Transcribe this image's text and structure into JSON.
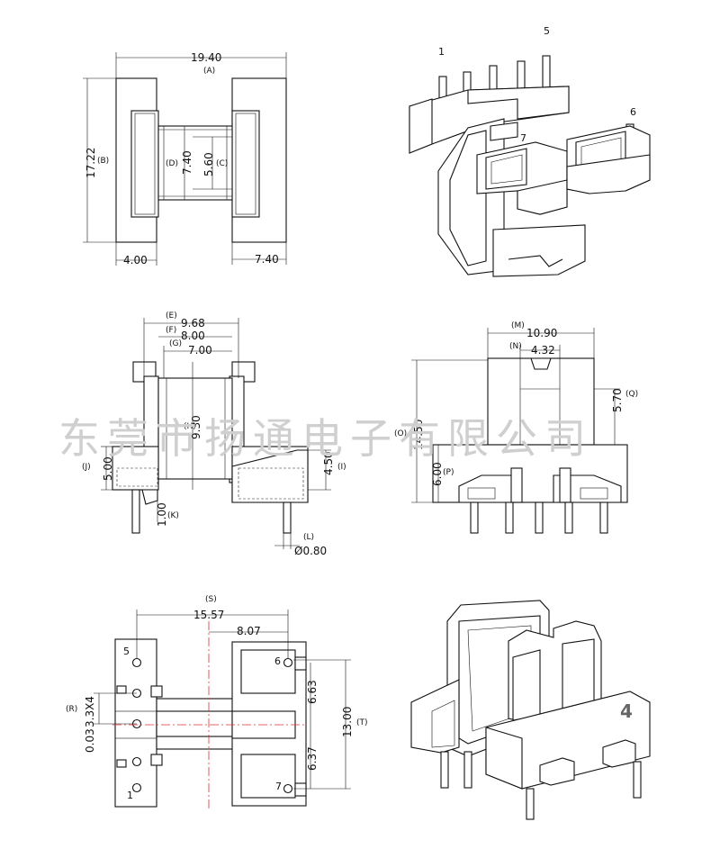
{
  "top_view": {
    "a": "19.40",
    "a_tag": "(A)",
    "b": "17.22",
    "b_tag": "(B)",
    "c": "5.60",
    "c_tag": "(C)",
    "d": "7.40",
    "d_tag": "(D)",
    "w_left": "4.00",
    "w_right": "7.40"
  },
  "iso_view_1": {
    "pins": [
      "1",
      "5",
      "6",
      "7"
    ]
  },
  "front_view": {
    "e": "9.68",
    "e_tag": "(E)",
    "f": "8.00",
    "f_tag": "(F)",
    "g": "7.00",
    "g_tag": "(G)",
    "h": "9.30",
    "h_tag": "(H)",
    "i": "4.50",
    "i_tag": "(I)",
    "j": "5.00",
    "j_tag": "(J)",
    "k": "1.00",
    "k_tag": "(K)",
    "l": "Ø0.80",
    "l_tag": "(L)"
  },
  "side_view": {
    "m": "10.90",
    "m_tag": "(M)",
    "n": "4.32",
    "n_tag": "(N)",
    "o": "14.50",
    "o_tag": "(O)",
    "p": "6.00",
    "p_tag": "(P)",
    "q": "5.70",
    "q_tag": "(Q)"
  },
  "bottom_view": {
    "s": "15.57",
    "s_tag": "(S)",
    "half_span": "8.07",
    "upper": "6.63",
    "lower": "6.37",
    "t": "13.00",
    "t_tag": "(T)",
    "r": "3.3X4",
    "r_tag": "(R)",
    "offset": "0.03",
    "pins": [
      "5",
      "1",
      "6",
      "7"
    ]
  },
  "iso_view_2": {
    "pin_label": "4"
  },
  "watermark": {
    "text": "东莞市扬通电子有限公司"
  },
  "colors": {
    "line": "#111111",
    "center_line": "#e03030",
    "watermark": "#cfcfcf"
  }
}
